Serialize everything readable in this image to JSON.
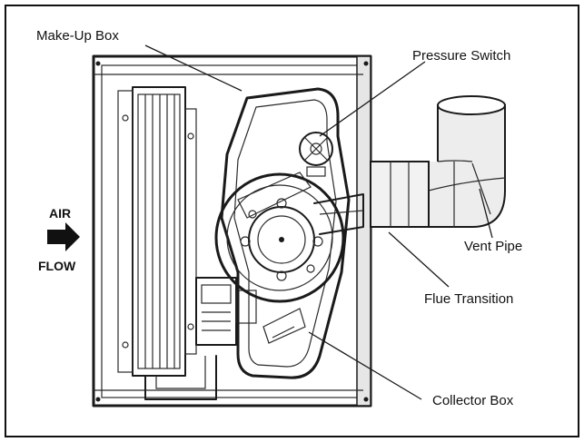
{
  "labels": {
    "make_up_box": "Make-Up Box",
    "pressure_switch": "Pressure Switch",
    "air": "AIR",
    "flow": "FLOW",
    "vent_pipe": "Vent Pipe",
    "flue_transition": "Flue Transition",
    "collector_box": "Collector Box"
  },
  "colors": {
    "line": "#1a1a1a",
    "background": "#ffffff",
    "shade": "#c8c8c8"
  },
  "icons": {
    "air_flow_arrow": "arrow-right-icon"
  }
}
